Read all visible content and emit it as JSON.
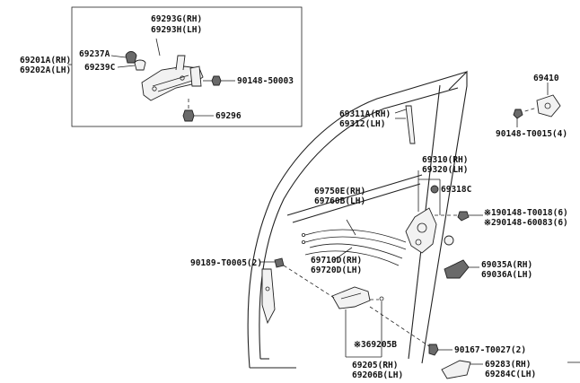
{
  "labels": {
    "l69293": [
      "69293G(RH)",
      "69293H(LH)"
    ],
    "l69201": [
      "69201A(RH)",
      "69202A(LH)"
    ],
    "l69237": "69237A",
    "l69239": "69239C",
    "l90148_50003": "90148-50003",
    "l69296": "69296",
    "l69410": "69410",
    "l90148_t0015": "90148-T0015(4)",
    "l69311": [
      "69311A(RH)",
      "69312(LH)"
    ],
    "l69310": [
      "69310(RH)",
      "69320(LH)"
    ],
    "l69318": "69318C",
    "l69750": [
      "69750E(RH)",
      "69760B(LH)"
    ],
    "l90148_t0018": "※190148-T0018(6)",
    "l90148_60083": "※290148-60083(6)",
    "l69710": [
      "69710D(RH)",
      "69720D(LH)"
    ],
    "l90189": "90189-T0005(2)",
    "l69035": [
      "69035A(RH)",
      "69036A(LH)"
    ],
    "l69205b": "※369205B",
    "l90167": "90167-T0027(2)",
    "l69205": [
      "69205(RH)",
      "69206B(LH)"
    ],
    "l69283": [
      "69283(RH)",
      "69284C(LH)"
    ]
  }
}
